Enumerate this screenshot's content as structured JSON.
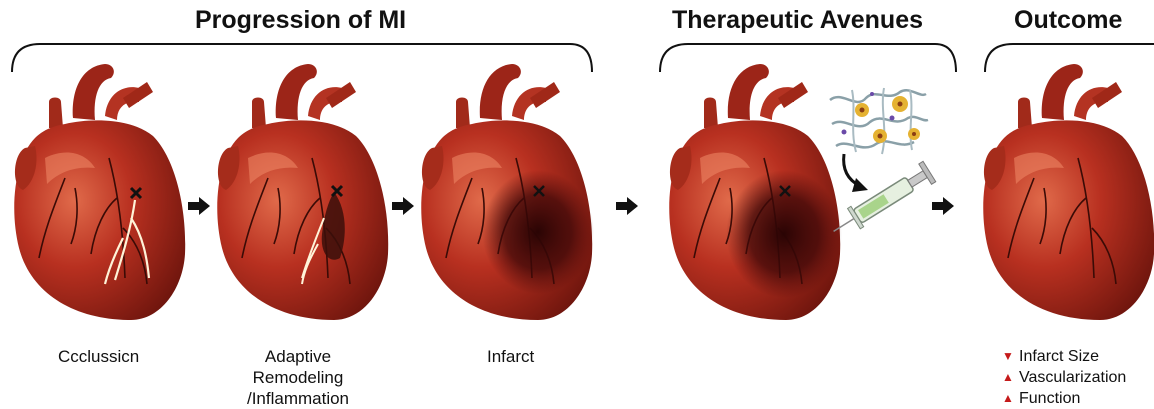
{
  "sections": {
    "progression": "Progression of MI",
    "therapeutic": "Therapeutic Avenues",
    "outcome": "Outcome"
  },
  "stages": [
    {
      "label": "Ccclussicn"
    },
    {
      "label_lines": [
        "Adaptive",
        "Remodeling",
        "/Inflammation"
      ]
    },
    {
      "label": "Infarct"
    }
  ],
  "outcome_items": [
    {
      "label": "Infarct Size",
      "direction": "down"
    },
    {
      "label": "Vascularization",
      "direction": "up"
    },
    {
      "label": "Function",
      "direction": "up"
    }
  ],
  "colors": {
    "heart": "#b83020",
    "heart_highlight": "#e06a4a",
    "infarct": "#2a0404",
    "indicator": "#c51a1a"
  }
}
